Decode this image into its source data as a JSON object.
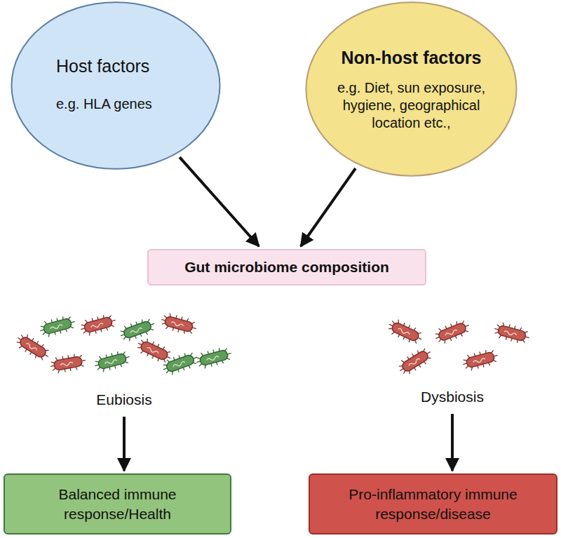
{
  "diagram": {
    "nodes": [
      {
        "text": [
          "Host factors",
          "e.g. HLA genes"
        ]
      },
      {
        "text": [
          "Non-host factors",
          "e.g. Diet, sun exposure, hygiene, geographical location etc.,"
        ]
      },
      {
        "text": [
          "Gut microbiome composition"
        ]
      },
      {
        "text": [
          "Eubiosis"
        ]
      },
      {
        "text": [
          "Dysbiosis"
        ]
      },
      {
        "text": [
          "Balanced immune response/Health"
        ]
      },
      {
        "text": [
          "Pro-inflammatory immune response/disease"
        ]
      }
    ],
    "edges": [
      {
        "from": 0,
        "to": 2,
        "arrow": "to"
      },
      {
        "from": 1,
        "to": 2,
        "arrow": "to"
      },
      {
        "from": 3,
        "to": 5,
        "arrow": "to"
      },
      {
        "from": 4,
        "to": 6,
        "arrow": "to"
      }
    ]
  }
}
